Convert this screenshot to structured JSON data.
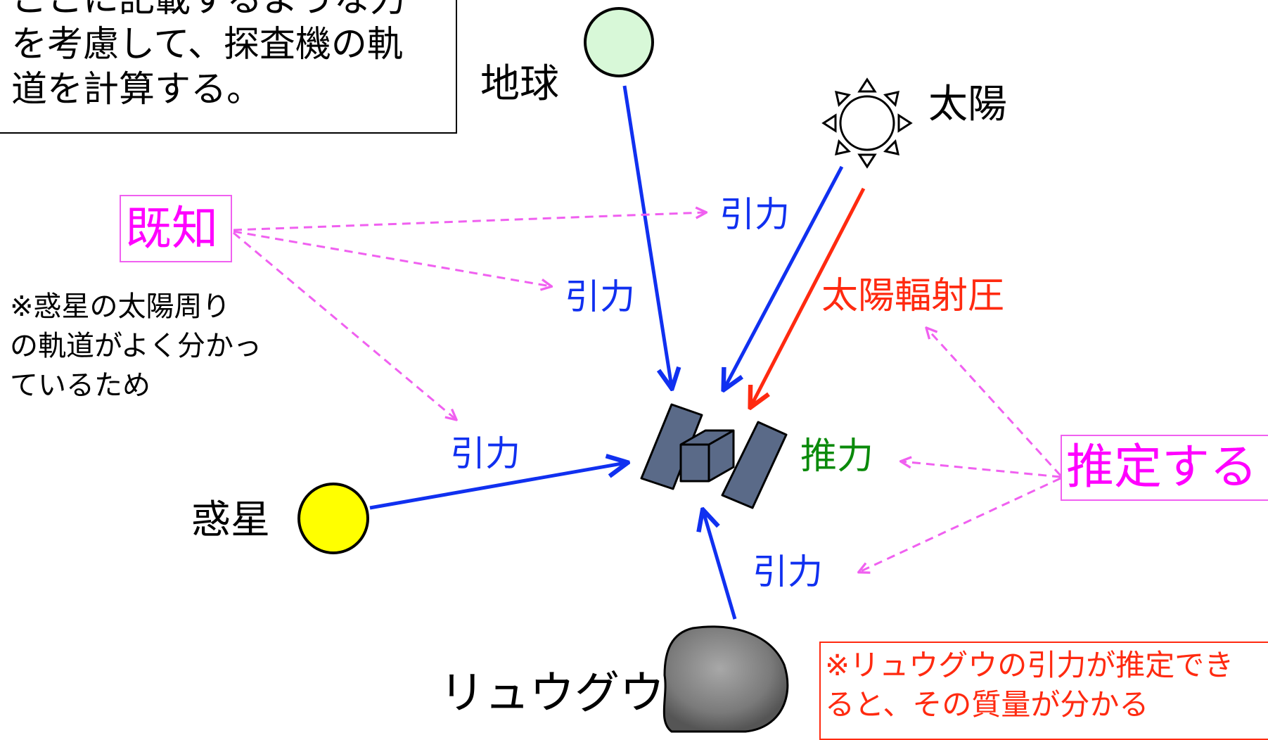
{
  "intro_box": {
    "lines": [
      "ここに記載するような力",
      "を考慮して、探査機の軌",
      "道を計算する。"
    ]
  },
  "bodies": {
    "earth": "地球",
    "sun": "太陽",
    "planet": "惑星",
    "ryugu": "リュウグウ"
  },
  "known": {
    "label": "既知",
    "note_lines": [
      "※惑星の太陽周り",
      "の軌道がよく分かっ",
      "ているため"
    ]
  },
  "estimate": {
    "label": "推定する"
  },
  "forces": {
    "gravity_sun": "引力",
    "gravity_earth": "引力",
    "gravity_planet": "引力",
    "gravity_ryugu": "引力",
    "solar_radiation_pressure": "太陽輻射圧",
    "thrust": "推力"
  },
  "ryugu_note": {
    "lines": [
      "※リュウグウの引力が推定でき",
      "ると、その質量が分かる"
    ]
  },
  "colors": {
    "gravity": "#1030f0",
    "radiation": "#ff2a10",
    "thrust": "#0a8a0a",
    "annotation": "#ff00ff",
    "annotation_arrow": "#f060f0",
    "earth_fill": "#d8f8d8",
    "planet_fill": "#ffff00",
    "spacecraft": "#5a6a88",
    "ryugu_fill": "#8a8a8a"
  }
}
